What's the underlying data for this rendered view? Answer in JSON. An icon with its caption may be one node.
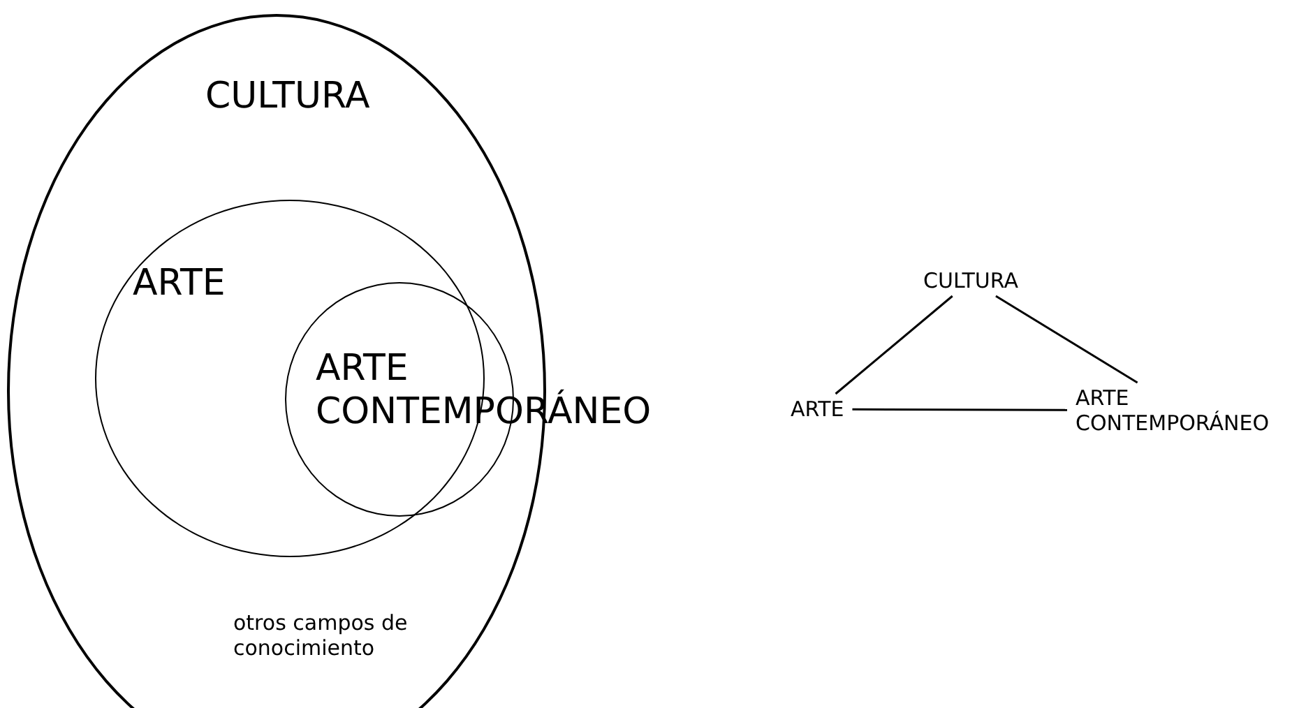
{
  "diagram": {
    "nodes": [
      {
        "text": [
          "CULTURA",
          "otros campos de conocimiento"
        ]
      },
      {
        "text": [
          "ARTE"
        ],
        "in": 0
      },
      {
        "text": [
          "ARTE CONTEMPORÁNEO"
        ],
        "in": 0
      },
      {
        "text": [
          "CULTURA"
        ]
      },
      {
        "text": [
          "ARTE"
        ]
      },
      {
        "text": [
          "ARTE CONTEMPORÁNEO"
        ]
      }
    ],
    "edges": [
      {
        "from": 3,
        "to": 4,
        "arrow": "none"
      },
      {
        "from": 3,
        "to": 5,
        "arrow": "none"
      },
      {
        "from": 4,
        "to": 5,
        "arrow": "none"
      }
    ]
  }
}
